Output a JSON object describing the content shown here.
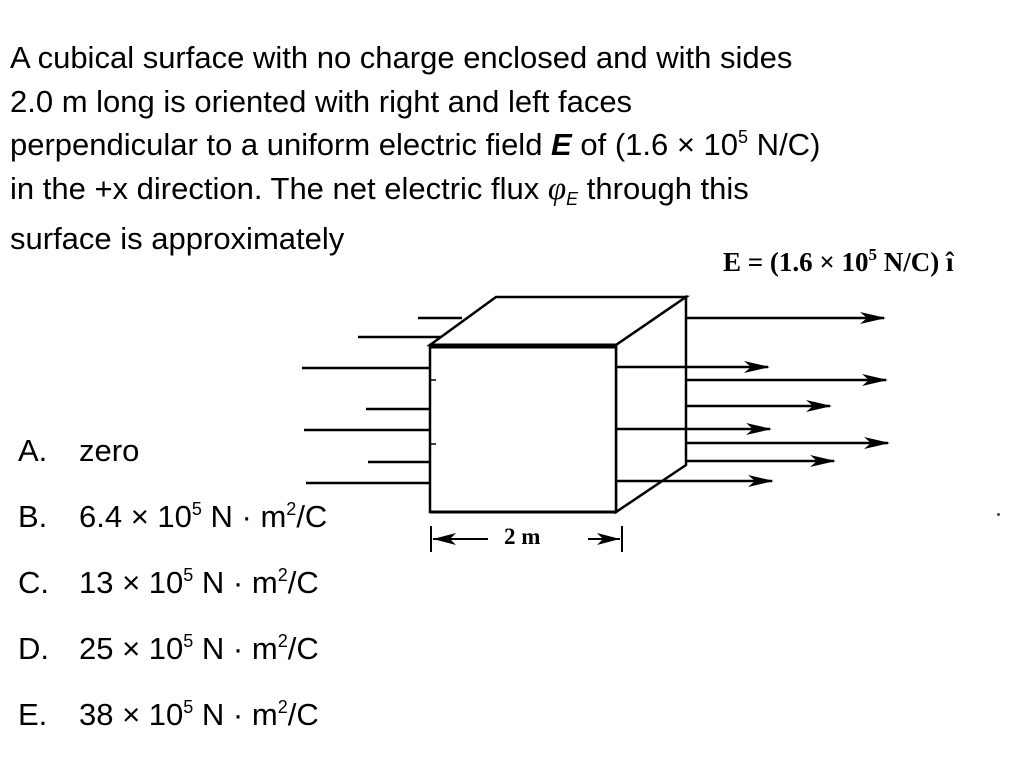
{
  "question": {
    "line1": "A cubical surface with no charge enclosed and with sides",
    "line2": "2.0 m long is oriented with right and left faces",
    "line3_a": "perpendicular to a uniform electric field ",
    "line3_E": "E",
    "line3_b": " of (1.6 × 10",
    "line3_exp": "5",
    "line3_c": " N/C)",
    "line4_a": "in the +x direction. The net electric flux ",
    "line4_phi": "φ",
    "line4_sub": "E",
    "line4_b": " through this",
    "line5": "surface is approximately"
  },
  "figure": {
    "field_label_a": "E = (1.6 × 10",
    "field_label_exp": "5",
    "field_label_b": " N/C) î",
    "dimension_label": "2 m"
  },
  "choices": [
    {
      "letter": "A.",
      "text_a": "zero",
      "exp": "",
      "text_b": "",
      "exp2": "",
      "text_c": ""
    },
    {
      "letter": "B.",
      "text_a": "6.4 × 10",
      "exp": "5",
      "text_b": " N · m",
      "exp2": "2",
      "text_c": "/C"
    },
    {
      "letter": "C.",
      "text_a": "13 × 10",
      "exp": "5",
      "text_b": " N · m",
      "exp2": "2",
      "text_c": "/C"
    },
    {
      "letter": "D.",
      "text_a": "25 × 10",
      "exp": "5",
      "text_b": " N · m",
      "exp2": "2",
      "text_c": "/C"
    },
    {
      "letter": "E.",
      "text_a": "38 × 10",
      "exp": "5",
      "text_b": " N · m",
      "exp2": "2",
      "text_c": "/C"
    }
  ]
}
